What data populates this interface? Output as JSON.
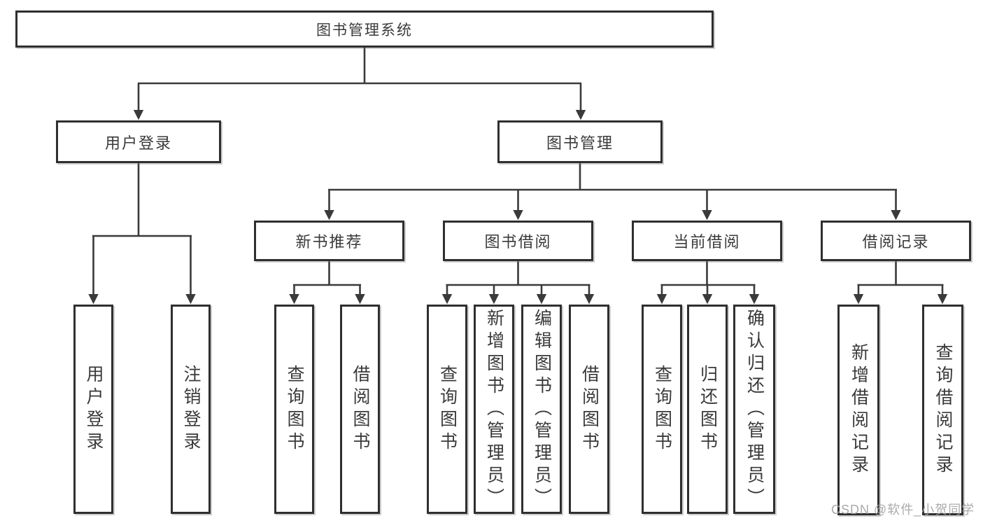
{
  "tree": {
    "label": "图书管理系统",
    "children": [
      {
        "label": "用户登录",
        "children": [
          {
            "label": "用户登录"
          },
          {
            "label": "注销登录"
          }
        ]
      },
      {
        "label": "图书管理",
        "children": [
          {
            "label": "新书推荐",
            "children": [
              {
                "label": "查询图书"
              },
              {
                "label": "借阅图书"
              }
            ]
          },
          {
            "label": "图书借阅",
            "children": [
              {
                "label": "查询图书"
              },
              {
                "label": "新增图书（管理员）"
              },
              {
                "label": "编辑图书（管理员）"
              },
              {
                "label": "借阅图书"
              }
            ]
          },
          {
            "label": "当前借阅",
            "children": [
              {
                "label": "查询图书"
              },
              {
                "label": "归还图书"
              },
              {
                "label": "确认归还（管理员）"
              }
            ]
          },
          {
            "label": "借阅记录",
            "children": [
              {
                "label": "新增借阅记录"
              },
              {
                "label": "查询借阅记录"
              }
            ]
          }
        ]
      }
    ]
  },
  "watermark": {
    "text": "CSDN @软件_小贺同学"
  },
  "colors": {
    "line": "#3a3a3a",
    "border": "#2f2f2f",
    "text": "#3a3a3a",
    "watermark": "#a5a3a3",
    "background": "#ffffff"
  }
}
